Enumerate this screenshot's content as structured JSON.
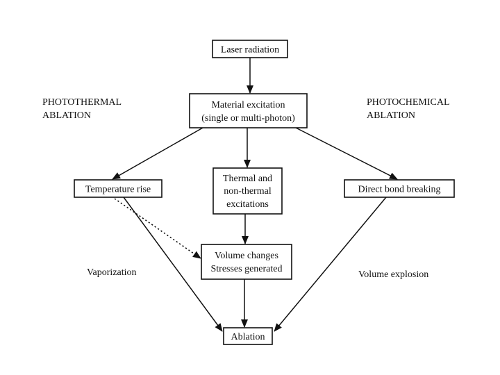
{
  "nodes": {
    "laser": {
      "lines": [
        "Laser radiation"
      ]
    },
    "excitation": {
      "lines": [
        "Material excitation",
        "(single or multi-photon)"
      ]
    },
    "temperature": {
      "lines": [
        "Temperature rise"
      ]
    },
    "thermal": {
      "lines": [
        "Thermal and",
        "non-thermal",
        "excitations"
      ]
    },
    "bond": {
      "lines": [
        "Direct bond breaking"
      ]
    },
    "volume": {
      "lines": [
        "Volume changes",
        "Stresses generated"
      ]
    },
    "ablation": {
      "lines": [
        "Ablation"
      ]
    }
  },
  "labels": {
    "photothermal": [
      "PHOTOTHERMAL",
      "ABLATION"
    ],
    "photochemical": [
      "PHOTOCHEMICAL",
      "ABLATION"
    ],
    "vaporization": "Vaporization",
    "volume_explosion": "Volume explosion"
  },
  "edges": [
    {
      "from": "laser",
      "to": "excitation",
      "style": "solid"
    },
    {
      "from": "excitation",
      "to": "temperature",
      "style": "solid"
    },
    {
      "from": "excitation",
      "to": "thermal",
      "style": "solid"
    },
    {
      "from": "excitation",
      "to": "bond",
      "style": "solid"
    },
    {
      "from": "thermal",
      "to": "volume",
      "style": "solid"
    },
    {
      "from": "temperature",
      "to": "volume",
      "style": "dotted"
    },
    {
      "from": "temperature",
      "to": "ablation",
      "style": "solid"
    },
    {
      "from": "volume",
      "to": "ablation",
      "style": "solid"
    },
    {
      "from": "bond",
      "to": "ablation",
      "style": "solid"
    }
  ]
}
